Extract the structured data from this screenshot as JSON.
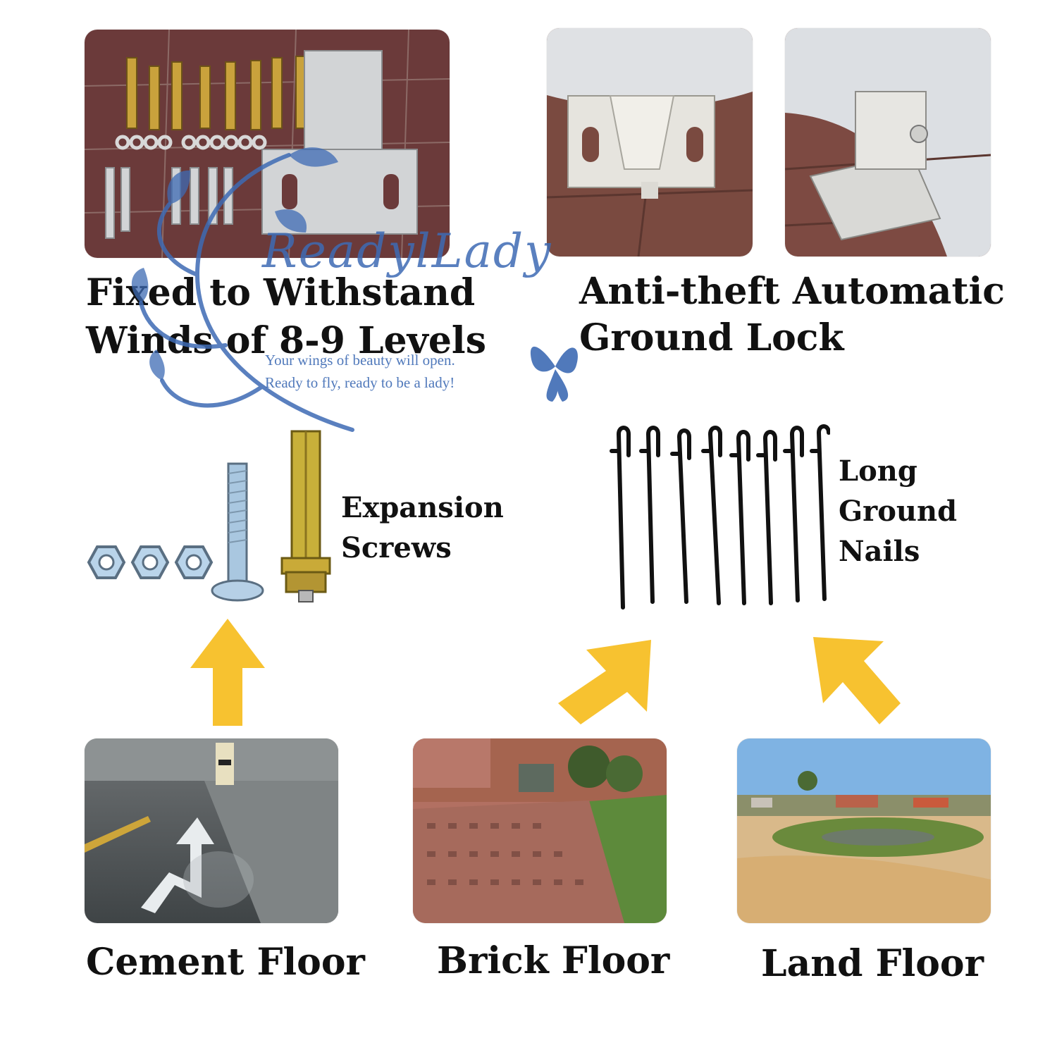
{
  "headings": {
    "fixed": [
      "Fixed to Withstand",
      "Winds of 8-9 Levels"
    ],
    "antitheft": [
      "Anti-theft Automatic",
      "Ground Lock"
    ]
  },
  "labels": {
    "expansion": [
      "Expansion",
      "Screws"
    ],
    "nails": [
      "Long",
      "Ground",
      "Nails"
    ]
  },
  "floors": {
    "cement": "Cement Floor",
    "brick": "Brick Floor",
    "land": "Land Floor"
  },
  "watermark": {
    "name": "ReadylLady",
    "tagline": [
      "Your wings of beauty will open.",
      "Ready to fly, ready to be a lady!"
    ]
  },
  "colors": {
    "arrow": "#f7c230",
    "watermark": "#3e6bb4",
    "text": "#111111"
  },
  "icons": [
    "arrow-up-icon",
    "arrow-up-right-icon",
    "arrow-up-left-icon",
    "butterfly-icon"
  ]
}
